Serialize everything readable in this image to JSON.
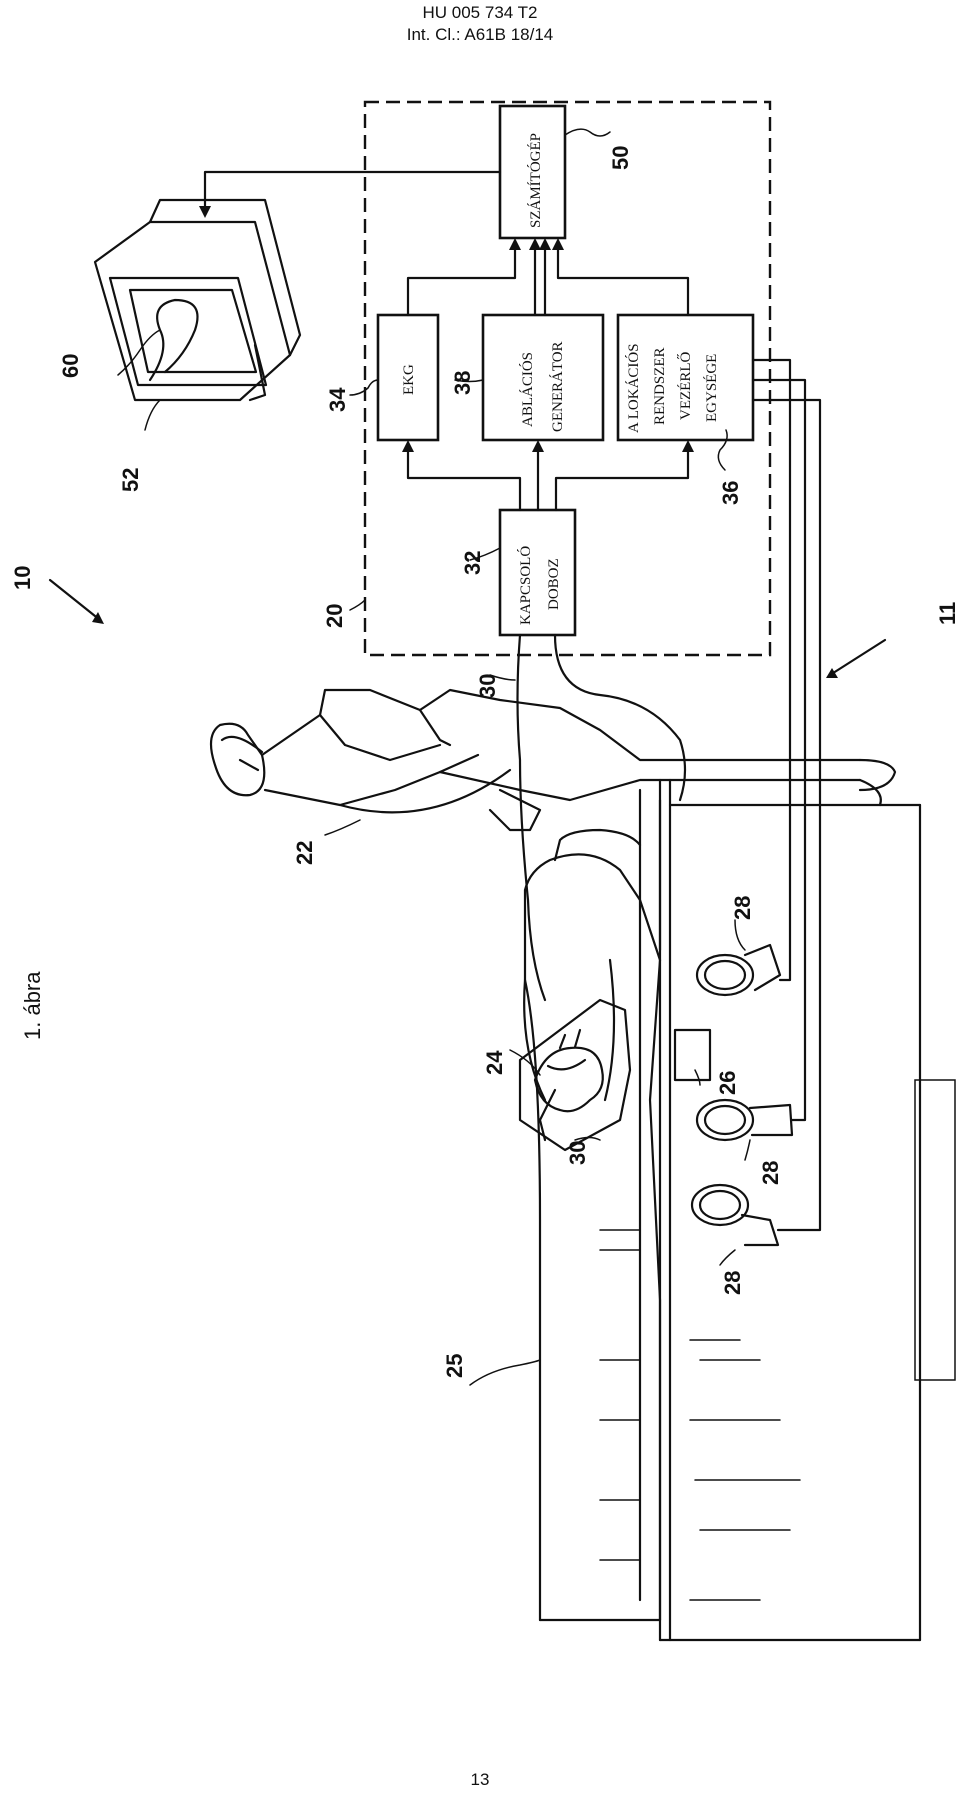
{
  "header": {
    "line1": "HU 005 734 T2",
    "line2": "Int. Cl.: A61B 18/14"
  },
  "figure_label": "1. ábra",
  "page_number": "13",
  "blocks": {
    "computer": "SZÁMÍTÓGÉP",
    "ekg": "EKG",
    "ablation_l1": "ABLÁCIÓS",
    "ablation_l2": "GENERÁTOR",
    "location_l1": "A LOKÁCIÓS",
    "location_l2": "RENDSZER",
    "location_l3": "VEZÉRLŐ",
    "location_l4": "EGYSÉGE",
    "switch_l1": "KAPCSOLÓ",
    "switch_l2": "DOBOZ"
  },
  "reference_numerals": {
    "system": "10",
    "system_b": "11",
    "console": "20",
    "operator": "22",
    "heart": "24",
    "patient": "25",
    "pad": "26",
    "radiator_a": "28",
    "radiator_b": "28",
    "radiator_c": "28",
    "catheter_a": "30",
    "catheter_b": "30",
    "switch": "32",
    "ekg": "34",
    "location": "36",
    "ablation": "38",
    "computer": "50",
    "monitor": "52",
    "map": "60"
  }
}
